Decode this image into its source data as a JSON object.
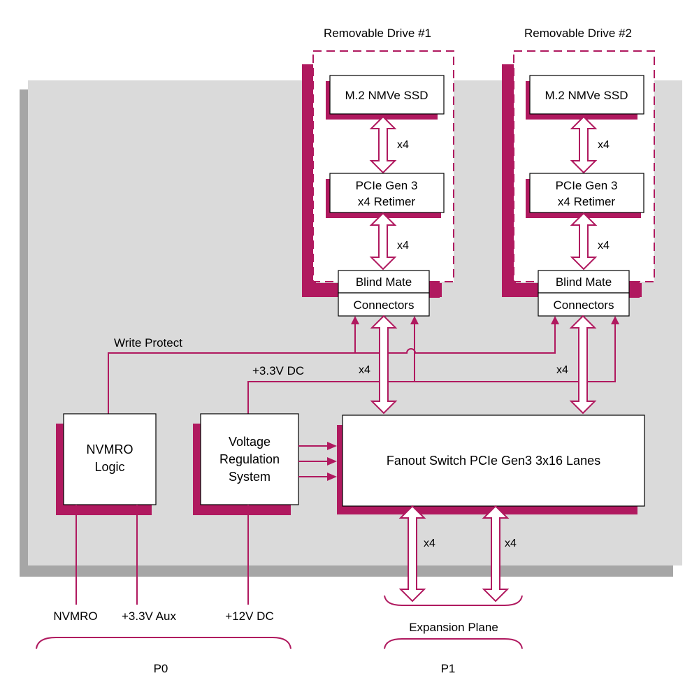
{
  "colors": {
    "accent": "#b0195f",
    "panel": "#dadada",
    "panel_shadow": "#a6a6a6"
  },
  "drives": [
    {
      "title": "Removable Drive #1",
      "ssd": "M.2 NMVe SSD",
      "retimer_line1": "PCIe Gen 3",
      "retimer_line2": "x4 Retimer",
      "link_top": "x4",
      "link_bottom": "x4",
      "blind_mate": "Blind Mate",
      "connectors": "Connectors"
    },
    {
      "title": "Removable Drive #2",
      "ssd": "M.2 NMVe SSD",
      "retimer_line1": "PCIe Gen 3",
      "retimer_line2": "x4 Retimer",
      "link_top": "x4",
      "link_bottom": "x4",
      "blind_mate": "Blind Mate",
      "connectors": "Connectors"
    }
  ],
  "signals": {
    "write_protect": "Write Protect",
    "v33_dc": "+3.3V DC",
    "link_left": "x4",
    "link_right": "x4"
  },
  "nvmro_logic": {
    "line1": "NVMRO",
    "line2": "Logic"
  },
  "vrs": {
    "line1": "Voltage",
    "line2": "Regulation",
    "line3": "System"
  },
  "fanout": {
    "label": "Fanout Switch PCIe Gen3 3x16 Lanes",
    "link_down_left": "x4",
    "link_down_right": "x4"
  },
  "p0": {
    "nvmro": "NVMRO",
    "v33_aux": "+3.3V Aux",
    "v12_dc": "+12V DC",
    "label": "P0"
  },
  "p1": {
    "expansion_plane": "Expansion Plane",
    "label": "P1"
  }
}
